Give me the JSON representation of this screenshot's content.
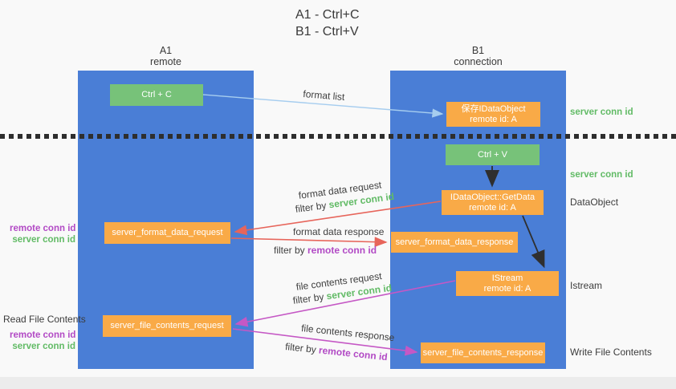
{
  "title": {
    "line1": "A1 - Ctrl+C",
    "line2": "B1 - Ctrl+V"
  },
  "lanes": {
    "a1": {
      "name": "A1",
      "sub": "remote"
    },
    "b1": {
      "name": "B1",
      "sub": "connection"
    }
  },
  "nodes": {
    "ctrl_c": {
      "label": "Ctrl + C"
    },
    "ctrl_v": {
      "label": "Ctrl + V"
    },
    "save_dataobject": {
      "line1": "保存IDataObject",
      "line2": "remote id: A"
    },
    "getdata": {
      "line1": "IDataObject::GetData",
      "line2": "remote id: A"
    },
    "istream": {
      "line1": "IStream",
      "line2": "remote id: A"
    },
    "format_request": {
      "label": "server_format_data_request"
    },
    "format_response": {
      "label": "server_format_data_response"
    },
    "file_request": {
      "label": "server_file_contents_request"
    },
    "file_response": {
      "label": "server_file_contents_response"
    }
  },
  "arrows": {
    "format_list": {
      "label": "format list"
    },
    "format_data_request": {
      "label": "format data request",
      "filter_prefix": "filter by ",
      "filter_keyword": "server conn id"
    },
    "format_data_response": {
      "label": "format data response",
      "filter_prefix": "filter by ",
      "filter_keyword": "remote conn id"
    },
    "file_contents_request": {
      "label": "file contents request",
      "filter_prefix": "filter by ",
      "filter_keyword": "server conn id"
    },
    "file_contents_response": {
      "label": "file contents response",
      "filter_prefix": "filter by ",
      "filter_keyword": "remote conn id"
    }
  },
  "side_labels": {
    "right_server_conn_1": "server conn id",
    "right_server_conn_2": "server conn id",
    "dataobject": "DataObject",
    "istream": "Istream",
    "write_file": "Write File Contents",
    "read_file": "Read File Contents",
    "left_remote_conn_1": "remote conn id",
    "left_server_conn_1": "server conn id",
    "left_remote_conn_2": "remote conn id",
    "left_server_conn_2": "server conn id"
  },
  "colors": {
    "lane_blue": "#4a7ed6",
    "box_green": "#77c279",
    "box_orange": "#f9aa47",
    "text_green": "#62bb66",
    "text_magenta": "#b24ac5",
    "arrow_red": "#e7655b",
    "arrow_magenta": "#c558c5",
    "arrow_light_blue": "#a6cdef",
    "arrow_black": "#2f2f2f"
  }
}
